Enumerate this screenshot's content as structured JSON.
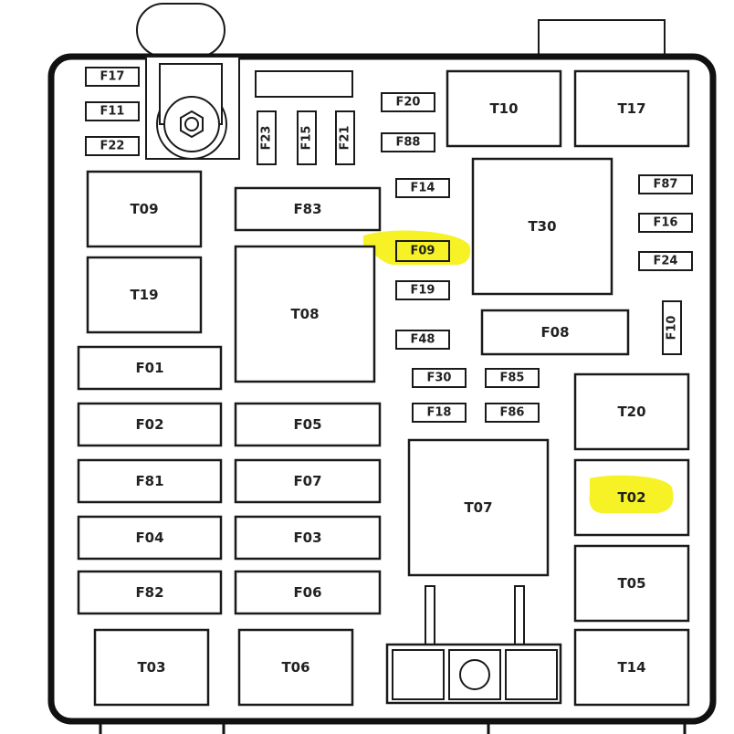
{
  "colors": {
    "highlight": "#f4f000",
    "outline": "#111111",
    "background": "#ffffff"
  },
  "fuses": {
    "F17": "F17",
    "F11": "F11",
    "F22": "F22",
    "F23": "F23",
    "F15": "F15",
    "F21": "F21",
    "F20": "F20",
    "F88": "F88",
    "F14": "F14",
    "F09": "F09",
    "F19": "F19",
    "F48": "F48",
    "F87": "F87",
    "F16": "F16",
    "F24": "F24",
    "F10": "F10",
    "F83": "F83",
    "F01": "F01",
    "F02": "F02",
    "F81": "F81",
    "F04": "F04",
    "F82": "F82",
    "F05": "F05",
    "F07": "F07",
    "F03": "F03",
    "F06": "F06",
    "F08": "F08",
    "F30": "F30",
    "F85": "F85",
    "F18": "F18",
    "F86": "F86"
  },
  "relays": {
    "T09": "T09",
    "T19": "T19",
    "T08": "T08",
    "T10": "T10",
    "T17": "T17",
    "T30": "T30",
    "T20": "T20",
    "T02": "T02",
    "T07": "T07",
    "T05": "T05",
    "T03": "T03",
    "T06": "T06",
    "T14": "T14"
  },
  "highlighted": [
    "F09",
    "T02"
  ]
}
